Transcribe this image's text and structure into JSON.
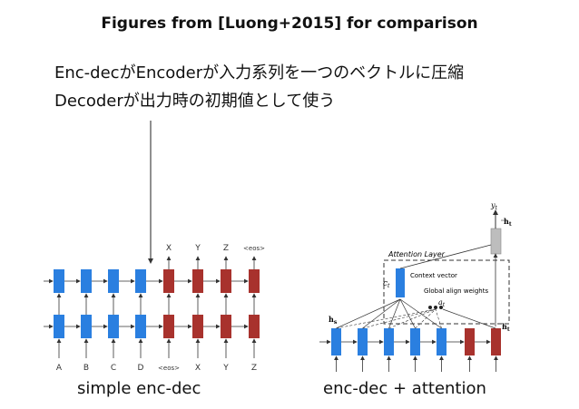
{
  "title": "Figures from [Luong+2015] for comparison",
  "lines": [
    "Enc-decがEncoderが入力系列を一つのベクトルに圧縮",
    "Decoderが出力時の初期値として使う"
  ],
  "left_figure": {
    "caption": "simple enc-dec",
    "inputs": [
      "A",
      "B",
      "C",
      "D",
      "<eos>",
      "X",
      "Y",
      "Z"
    ],
    "outputs": [
      "X",
      "Y",
      "Z",
      "<eos>"
    ]
  },
  "right_figure": {
    "caption": "enc-dec + attention",
    "attention_layer": "Attention Layer",
    "context_vector": "Context vector",
    "align_weights": "Global align weights",
    "ct": "c",
    "ct_sub": "t",
    "at": "a",
    "at_sub": "t",
    "hs": "h",
    "hs_sub": "s",
    "ht": "h",
    "ht_sub": "t",
    "ht_tilde": "h",
    "ht_tilde_sub": "t",
    "yt": "y",
    "yt_sub": "t"
  },
  "colors": {
    "encoder": "#2a7fe0",
    "decoder": "#a8322d",
    "attn_out": "#bdbdbd"
  }
}
